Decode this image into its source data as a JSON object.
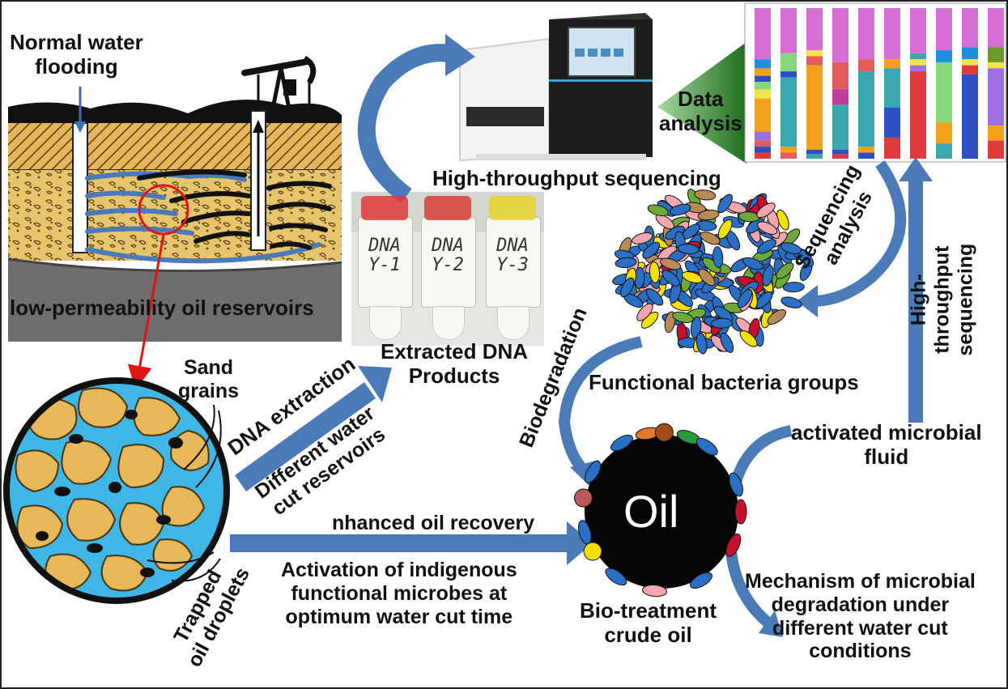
{
  "labels": {
    "normal_water_flooding": "Normal water\nflooding",
    "low_permeability": "low-permeability oil reservoirs",
    "high_throughput_top": "High-throughput sequencing",
    "data_analysis": "Data\nanalysis",
    "sequencing_analysis": "Sequencing\nanalysis",
    "high_throughput_right": "High-throughput\nsequencing",
    "extracted_dna": "Extracted DNA\nProducts",
    "sand_grains": "Sand\ngrains",
    "dna_extraction": "DNA extraction",
    "different_water_cut": "Different water\ncut reservoirs",
    "functional_bacteria": "Functional bacteria groups",
    "biodegradation": "Biodegradation",
    "activated_fluid": "activated microbial\nfluid",
    "enhanced_oil_recovery": "nhanced oil recovery",
    "activation": "Activation of indigenous\nfunctional  microbes at\noptimum water cut time",
    "trapped_oil": "Trapped\noil droplets",
    "bio_treatment": "Bio-treatment\ncrude oil",
    "mechanism": "Mechanism of microbial\ndegradation under\ndifferent water cut\nconditions",
    "oil": "Oil"
  },
  "tubes": [
    {
      "label": "DNA\nY-1",
      "cap": "#e03a3a"
    },
    {
      "label": "DNA\nY-2",
      "cap": "#d9403a"
    },
    {
      "label": "DNA\nY-3",
      "cap": "#e8d42a"
    }
  ],
  "colors": {
    "arrow_blue": "#4a7ab8",
    "oil_black": "#050505",
    "sand": "#e7b85a",
    "water_blue": "#3fb6e6",
    "rock_gray": "#6e6e6e"
  }
}
